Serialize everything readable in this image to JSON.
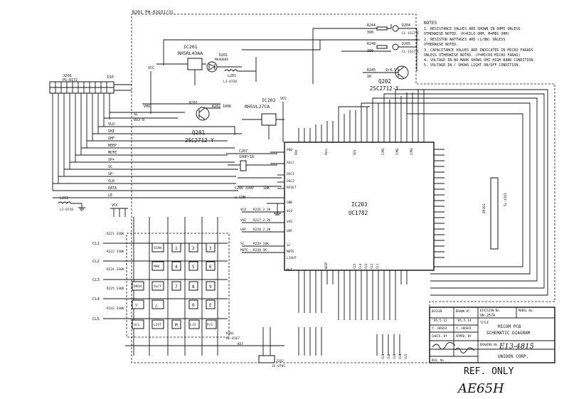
{
  "sheet": {
    "top_ref": "B201  PH-02Q31/31",
    "notes_title": "NOTES",
    "notes": [
      "1. RESISTANCE VALUES ARE SHOWN IN OHMS UNLESS",
      "    OTHERWISE NOTED.  (K=KILO OHM, M=MEG OHM)",
      "2. RESISTOR WATTAGES ARE (1/8W) UNLESS",
      "    OTHERWISE NOTED.",
      "3. CAPACITANCE VALUES ARE INDICATED IN MICRO FARADS",
      "    UNLESS OTHERWISE NOTED.  (P=MICRO-MICRO FARAD)",
      "4. VOLTAGE IN NO MARK SHOWS VHI HIGH BAND CONDITION.",
      "5. VOLTAGE IN / SHOWS LIGHT ON/OFF CONDITION."
    ]
  },
  "components": {
    "ic201_ref": "IC201",
    "ic201_part": "RH5RL43AA",
    "ic202_ref": "IC202",
    "ic202_part": "RH5VL27CA",
    "ic203_ref": "IC203",
    "ic203_part": "UC1782",
    "q201_ref": "Q201",
    "q201_part": "2SC2712-Y",
    "q202_ref": "Q202",
    "q202_part": "2SC2712-Y",
    "j201": "J201",
    "j201_part": "PG-8172",
    "isp": "ISP",
    "l201": "L201",
    "l201_part": "LI-0728",
    "l203": "L203",
    "l203_part": "LI-0728",
    "d201": "D201",
    "d201_part": "MA4060A",
    "ks01": "KS01",
    "ks01_part": "KE-0167",
    "j202": "J202",
    "j202_part": "JE-0795",
    "d204": "D204",
    "d205": "D205",
    "led_part": "CL-1S17-C",
    "mcon": "u-COM",
    "vcc": "VCC"
  },
  "signals": {
    "left_bus": [
      "VHO",
      "SL",
      "8V3-8",
      "VLO",
      "VHI",
      "UHF",
      "BEEP",
      "MUTE",
      "SP+",
      "SC",
      "SP-",
      "CLK",
      "DATA",
      "LE"
    ],
    "ic203_left": [
      "P80",
      "AVcc",
      "OSC1",
      "OSC2",
      "RESET",
      "GND",
      "VLO",
      "VHI",
      "UHF",
      "SC",
      "MUTE",
      "LIGHT",
      "MLT"
    ],
    "ic203_bottom": [
      "BEEP",
      "CL5",
      "CL4",
      "CL3",
      "CL2",
      "CL1"
    ],
    "row_lines": [
      "CL1",
      "CL2",
      "CL3",
      "CL4",
      "CL5"
    ],
    "out_res": [
      "R226 2.2K",
      "R227 2.2K",
      "R228 2.2K",
      "R229 18K",
      "R230 1K"
    ],
    "out_sig": [
      "VLO",
      "VHI",
      "UHF",
      "SC",
      "MUTE"
    ]
  },
  "keypad": {
    "rows": [
      [
        "SCAN",
        "1",
        "2",
        "3"
      ],
      [
        "MAN",
        "4",
        "5",
        "6"
      ],
      [
        "DRCH",
        "SLCT",
        "7",
        "8",
        "9"
      ],
      [
        "▽",
        "△",
        "0",
        "E"
      ],
      [
        "H/L",
        "LIST",
        "M",
        "L/O",
        "P/S"
      ]
    ],
    "row_res": [
      "R221 330K",
      "R222 330K",
      "R224 330K",
      "R225 330K",
      "R243 330K"
    ]
  },
  "title_block": {
    "designed_label": "DESIGN",
    "designed_date": "'95.5.12",
    "designed_by": "Y. HOSHI",
    "drawn_label": "DRAWN BY",
    "drawn_date": "'95.5.14",
    "drawn_by": "Y. HOSHI",
    "checked_label": "CHECK. BY",
    "approved_label": "APPRO. BY",
    "division_label": "DIVISION No.",
    "division_no": "VR-257A",
    "model_label": "MODEL No.",
    "title_label": "TITLE",
    "title_1": "MICOM PCB",
    "title_2": "SCHEMATIC DIAGRAM",
    "drawing_label": "DRAWING No.",
    "drawing_no": "E13-4815",
    "company": "UNIDEN CORP.",
    "rev_label": "REV. No."
  },
  "stamps": {
    "ref_only": "REF. ONLY",
    "handwritten": "AE65H"
  }
}
